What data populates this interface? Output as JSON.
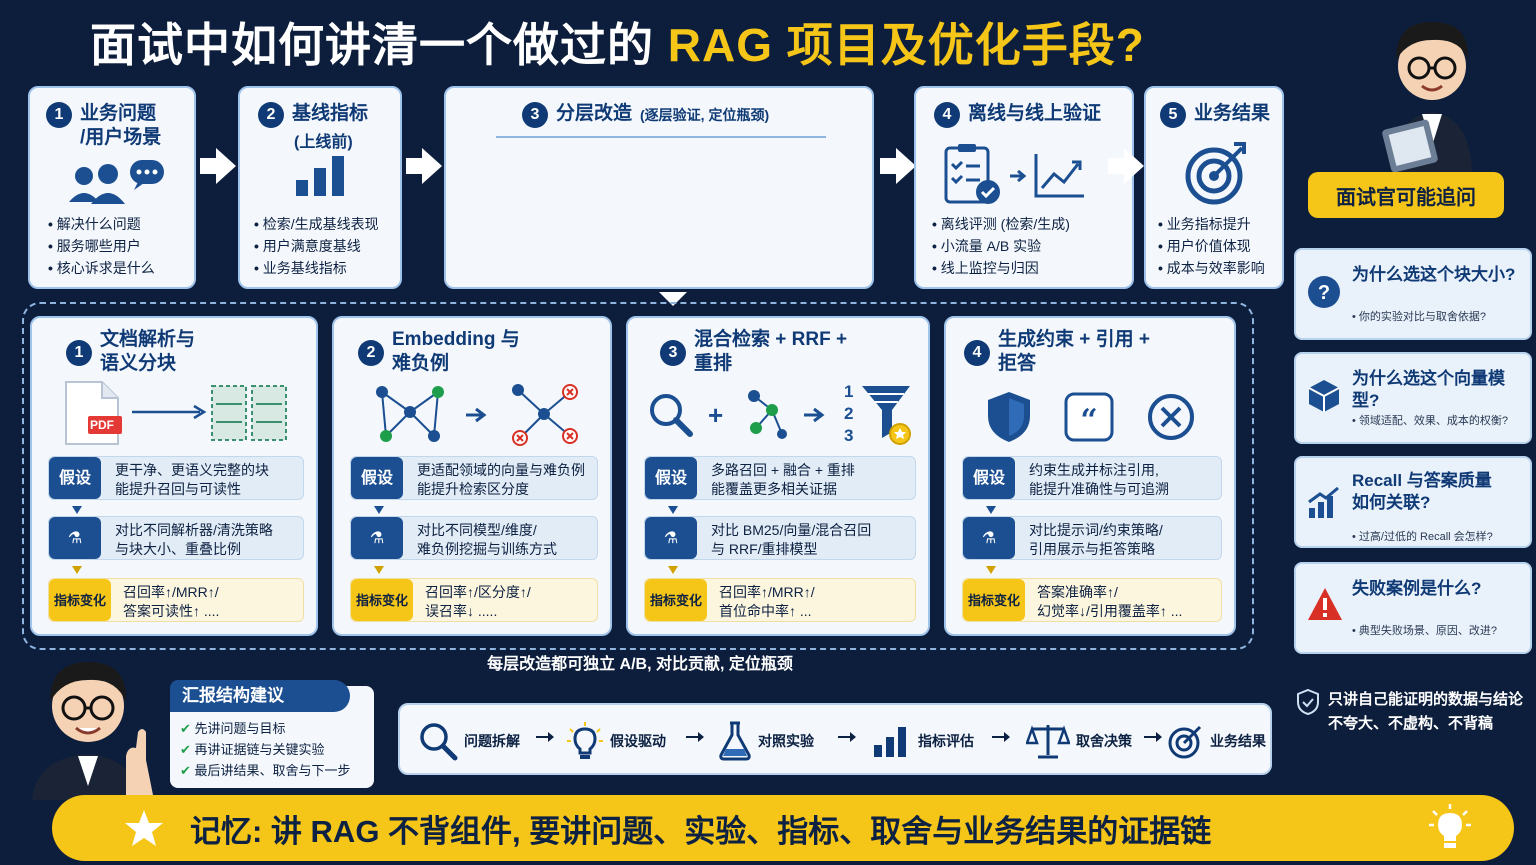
{
  "title": {
    "pre": "面试中如何讲清一个做过的",
    "highlight": "RAG 项目及优化手段?"
  },
  "top_steps": [
    {
      "num": "1",
      "title": "业务问题",
      "title2": "/用户场景",
      "bullets": [
        "解决什么问题",
        "服务哪些用户",
        "核心诉求是什么"
      ]
    },
    {
      "num": "2",
      "title": "基线指标",
      "title2": "(上线前)",
      "bullets": [
        "检索/生成基线表现",
        "用户满意度基线",
        "业务基线指标"
      ]
    },
    {
      "num": "3",
      "title": "分层改造",
      "subtitle": "(逐层验证, 定位瓶颈)"
    },
    {
      "num": "4",
      "title": "离线与线上验证",
      "bullets": [
        "离线评测 (检索/生成)",
        "小流量 A/B 实验",
        "线上监控与归因"
      ]
    },
    {
      "num": "5",
      "title": "业务结果",
      "bullets": [
        "业务指标提升",
        "用户价值体现",
        "成本与效率影响"
      ]
    }
  ],
  "layers": [
    {
      "num": "1",
      "title": "文档解析与",
      "title2": "语义分块",
      "hyp_tag": "假设",
      "hyp1": "更干净、更语义完整的块",
      "hyp2": "能提升召回与可读性",
      "exp1": "对比不同解析器/清洗策略",
      "exp2": "与块大小、重叠比例",
      "met_tag": "指标变化",
      "met1": "召回率↑/MRR↑/",
      "met2": "答案可读性↑ ....",
      "pdf": "PDF"
    },
    {
      "num": "2",
      "title": "Embedding 与",
      "title2": "难负例",
      "hyp_tag": "假设",
      "hyp1": "更适配领域的向量与难负例",
      "hyp2": "能提升检索区分度",
      "exp1": "对比不同模型/维度/",
      "exp2": "难负例挖掘与训练方式",
      "met_tag": "指标变化",
      "met1": "召回率↑/区分度↑/",
      "met2": "误召率↓ ....."
    },
    {
      "num": "3",
      "title": "混合检索 + RRF +",
      "title2": "重排",
      "hyp_tag": "假设",
      "hyp1": "多路召回 + 融合 + 重排",
      "hyp2": "能覆盖更多相关证据",
      "exp1": "对比 BM25/向量/混合召回",
      "exp2": "与 RRF/重排模型",
      "met_tag": "指标变化",
      "met1": "召回率↑/MRR↑/",
      "met2": "首位命中率↑ ...",
      "funnel": [
        "1",
        "2",
        "3"
      ]
    },
    {
      "num": "4",
      "title": "生成约束 + 引用 +",
      "title2": "拒答",
      "hyp_tag": "假设",
      "hyp1": "约束生成并标注引用,",
      "hyp2": "能提升准确性与可追溯",
      "exp1": "对比提示词/约束策略/",
      "exp2": "引用展示与拒答策略",
      "met_tag": "指标变化",
      "met1": "答案准确率↑/",
      "met2": "幻觉率↓/引用覆盖率↑ ..."
    }
  ],
  "ab_note": "每层改造都可独立 A/B, 对比贡献, 定位瓶颈",
  "interviewer": "面试官可能追问",
  "questions": [
    {
      "title": "为什么选这个块大小?",
      "sub": "你的实验对比与取舍依据?"
    },
    {
      "title": "为什么选这个向量模型?",
      "sub": "领域适配、效果、成本的权衡?"
    },
    {
      "title": "Recall 与答案质量",
      "title2": "如何关联?",
      "sub": "过高/过低的 Recall 会怎样?"
    },
    {
      "title": "失败案例是什么?",
      "sub": "典型失败场景、原因、改进?"
    }
  ],
  "report": {
    "title": "汇报结构建议",
    "items": [
      "先讲问题与目标",
      "再讲证据链与关键实验",
      "最后讲结果、取舍与下一步"
    ]
  },
  "flow": [
    "问题拆解",
    "假设驱动",
    "对照实验",
    "指标评估",
    "取舍决策",
    "业务结果"
  ],
  "honest": {
    "line1": "只讲自己能证明的数据与结论",
    "line2": "不夸大、不虚构、不背稿"
  },
  "banner": "记忆: 讲 RAG 不背组件, 要讲问题、实验、指标、取舍与业务结果的证据链",
  "colors": {
    "bg": "#0c1e3c",
    "navy": "#0f3a75",
    "accent": "#f5c518",
    "card": "#f4f8fc",
    "red": "#d93025",
    "green": "#1e9e4a"
  }
}
